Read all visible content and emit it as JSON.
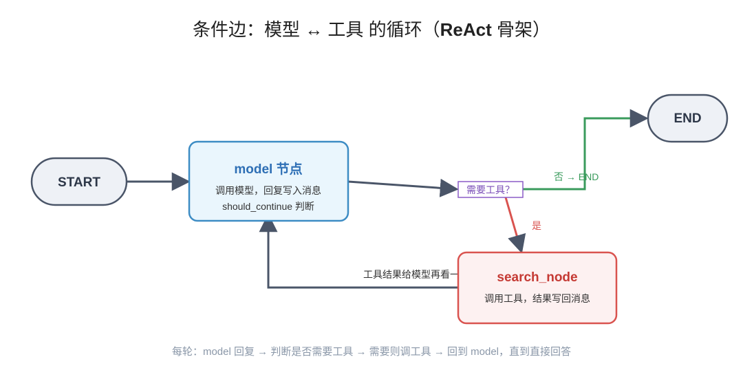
{
  "title": {
    "prefix": "条件边：模型 ↔ 工具 的循环（",
    "bold": "ReAct",
    "suffix": " 骨架）"
  },
  "nodes": {
    "start": {
      "label": "START"
    },
    "end": {
      "label": "END"
    },
    "model": {
      "title": "model 节点",
      "line1": "调用模型，回复写入消息",
      "line2": "should_continue 判断"
    },
    "decision": {
      "label": "需要工具？"
    },
    "search": {
      "title": "search_node",
      "line1": "调用工具，结果写回消息"
    }
  },
  "edges": {
    "no_label": "否 → END",
    "yes_label": "是",
    "loop_label": "工具结果给模型再看一次"
  },
  "caption": "每轮：model 回复 → 判断是否需要工具 → 需要则调工具 → 回到 model，直到直接回答",
  "colors": {
    "start_end_fill": "#eef1f6",
    "start_end_stroke": "#4a5568",
    "model_fill": "#eaf6fd",
    "model_stroke": "#3d8cc4",
    "model_title": "#2e6fb5",
    "decision_stroke": "#8b5cc7",
    "decision_text": "#7b4fb8",
    "search_fill": "#fdf1f1",
    "search_stroke": "#d9534f",
    "search_title": "#c53a34",
    "edge_default": "#4a5568",
    "edge_no": "#3a9b5c",
    "edge_yes": "#d9534f",
    "caption": "#8a97a8"
  }
}
